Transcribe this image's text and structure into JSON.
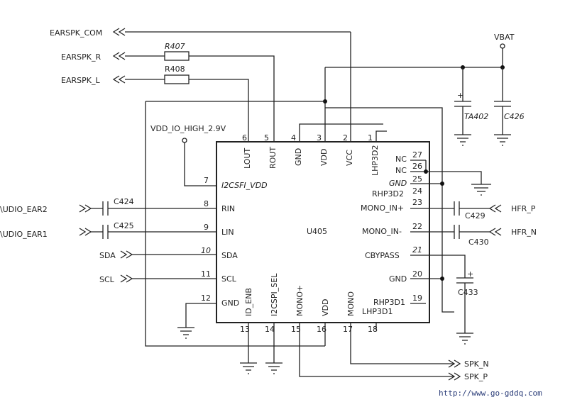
{
  "chip": {
    "ref": "U405"
  },
  "power": {
    "vbat": "VBAT",
    "vdd_io_high": "VDD_IO_HIGH_2.9V"
  },
  "resistors": {
    "r407": "R407",
    "r408": "R408"
  },
  "capacitors": {
    "ta402": "TA402",
    "c426": "C426",
    "c424": "C424",
    "c425": "C425",
    "c429": "C429",
    "c430": "C430",
    "c433": "C433"
  },
  "ports_left": {
    "earspk_com": "EARSPK_COM",
    "earspk_r": "EARSPK_R",
    "earspk_l": "EARSPK_L",
    "audio_ear2": "\\UDIO_EAR2",
    "audio_ear1": "\\UDIO_EAR1",
    "sda": "SDA",
    "scl": "SCL"
  },
  "ports_right": {
    "hfr_p": "HFR_P",
    "hfr_n": "HFR_N",
    "spk_n": "SPK_N",
    "spk_p": "SPK_P"
  },
  "pins_top": [
    {
      "num": "6",
      "name": "LOUT"
    },
    {
      "num": "5",
      "name": "ROUT"
    },
    {
      "num": "4",
      "name": "GND"
    },
    {
      "num": "3",
      "name": "VDD"
    },
    {
      "num": "2",
      "name": "VCC"
    },
    {
      "num": "1",
      "name": "LHP3D2"
    }
  ],
  "pins_left": [
    {
      "num": "7",
      "name": "I2CSFI_VDD"
    },
    {
      "num": "8",
      "name": "RIN"
    },
    {
      "num": "9",
      "name": "LIN"
    },
    {
      "num": "10",
      "name": "SDA"
    },
    {
      "num": "11",
      "name": "SCL"
    },
    {
      "num": "12",
      "name": "GND"
    }
  ],
  "pins_right": [
    {
      "num": "27",
      "name": "NC"
    },
    {
      "num": "26",
      "name": "NC"
    },
    {
      "num": "25",
      "name": "GND"
    },
    {
      "num": "24",
      "name": "RHP3D2"
    },
    {
      "num": "23",
      "name": "MONO_IN+"
    },
    {
      "num": "22",
      "name": "MONO_IN-"
    },
    {
      "num": "21",
      "name": "CBYPASS"
    },
    {
      "num": "20",
      "name": "GND"
    },
    {
      "num": "19",
      "name": "RHP3D1"
    }
  ],
  "pins_bottom": [
    {
      "num": "13",
      "name": "ID_ENB"
    },
    {
      "num": "14",
      "name": "I2CSPI_SEL"
    },
    {
      "num": "15",
      "name": "MONO+"
    },
    {
      "num": "16",
      "name": "VDD"
    },
    {
      "num": "17",
      "name": "MONO"
    },
    {
      "num": "18",
      "name": "LHP3D1"
    }
  ],
  "footer": {
    "url": "http://www.go-gddq.com"
  }
}
